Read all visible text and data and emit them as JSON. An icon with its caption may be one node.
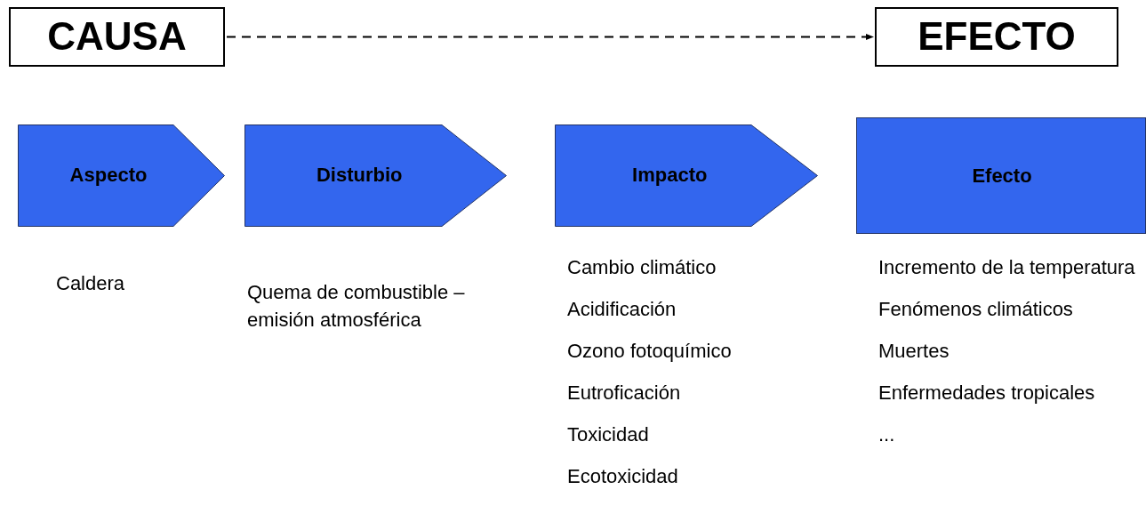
{
  "diagram": {
    "nodes": [
      {
        "text": [
          "CAUSA"
        ]
      },
      {
        "text": [
          "EFECTO"
        ]
      },
      {
        "text": [
          "Aspecto"
        ],
        "beside": [
          "Caldera"
        ]
      },
      {
        "text": [
          "Disturbio"
        ],
        "beside": [
          "Quema de combustible – emisión atmosférica"
        ]
      },
      {
        "text": [
          "Impacto"
        ],
        "beside": [
          "Cambio climático",
          "Acidificación",
          "Ozono fotoquímico",
          "Eutroficación",
          "Toxicidad",
          "Ecotoxicidad"
        ]
      },
      {
        "text": [
          "Efecto"
        ],
        "beside": [
          "Incremento de la temperatura",
          "Fenómenos climáticos",
          "Muertes",
          "Enfermedades tropicales",
          "..."
        ]
      }
    ],
    "edges": [
      {
        "from": 0,
        "to": 1,
        "arrow": "to",
        "style": "dashed"
      }
    ]
  }
}
